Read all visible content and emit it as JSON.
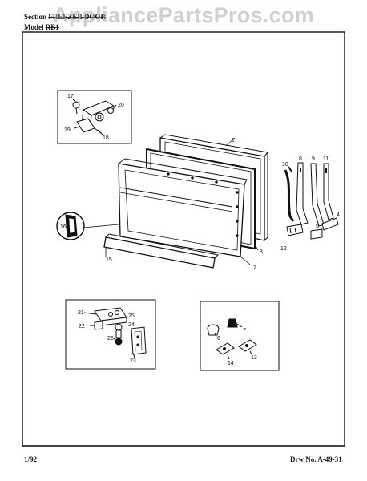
{
  "header": {
    "section_label": "Section",
    "section_value": "FREEZER DOOR",
    "model_label": "Model",
    "model_value": "RB1"
  },
  "watermark": "AppliancePartsPros.com",
  "footer": {
    "date": "1/92",
    "drawing_no": "Drw No. A-49-31"
  },
  "callouts": [
    "1",
    "2",
    "3",
    "4",
    "5",
    "6",
    "7",
    "8",
    "9",
    "10",
    "11",
    "12",
    "13",
    "14",
    "15",
    "16",
    "17",
    "18",
    "19",
    "20",
    "21",
    "22",
    "23",
    "24",
    "25",
    "26"
  ],
  "colors": {
    "line": "#111111",
    "watermark": "#aaaaaa"
  }
}
